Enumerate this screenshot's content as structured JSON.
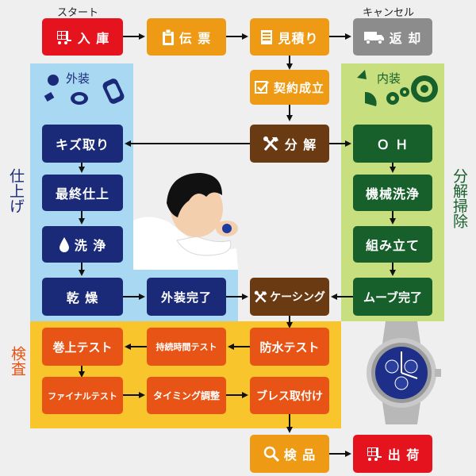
{
  "labels": {
    "start": "スタート",
    "cancel": "キャンセル",
    "exterior": "外装",
    "interior": "内装",
    "finish": "仕上げ",
    "disassembly_cleaning": "分解掃除",
    "inspection": "検査"
  },
  "nodes": {
    "nyuko": "入 庫",
    "denpyo": "伝 票",
    "mitsumori": "見積り",
    "henkyaku": "返 却",
    "keiyaku": "契約成立",
    "bunkai": "分 解",
    "kizutori": "キズ取り",
    "oh": "Ｏ Ｈ",
    "saishu": "最終仕上",
    "kikai": "機械洗浄",
    "senjo": "洗 浄",
    "kumitate": "組み立て",
    "kanso": "乾 燥",
    "gaiso": "外装完了",
    "casing": "ケーシング",
    "movement": "ムーブ完了",
    "makiage": "巻上テスト",
    "jizoku": "持続時間テスト",
    "bosui": "防水テスト",
    "final": "ファイナルテスト",
    "timing": "タイミング調整",
    "bracelet": "ブレス取付け",
    "kenpin": "検 品",
    "shukka": "出 荷"
  },
  "colors": {
    "red": "#e5131d",
    "orange": "#ef9a14",
    "grey": "#8c8c8c",
    "navy": "#1b2a78",
    "green": "#17602c",
    "brown": "#6a3a12",
    "inspection_box": "#e85415",
    "exterior_zone": "#a9d8f2",
    "interior_zone": "#c7df7e",
    "inspection_zone": "#f8c52c"
  }
}
